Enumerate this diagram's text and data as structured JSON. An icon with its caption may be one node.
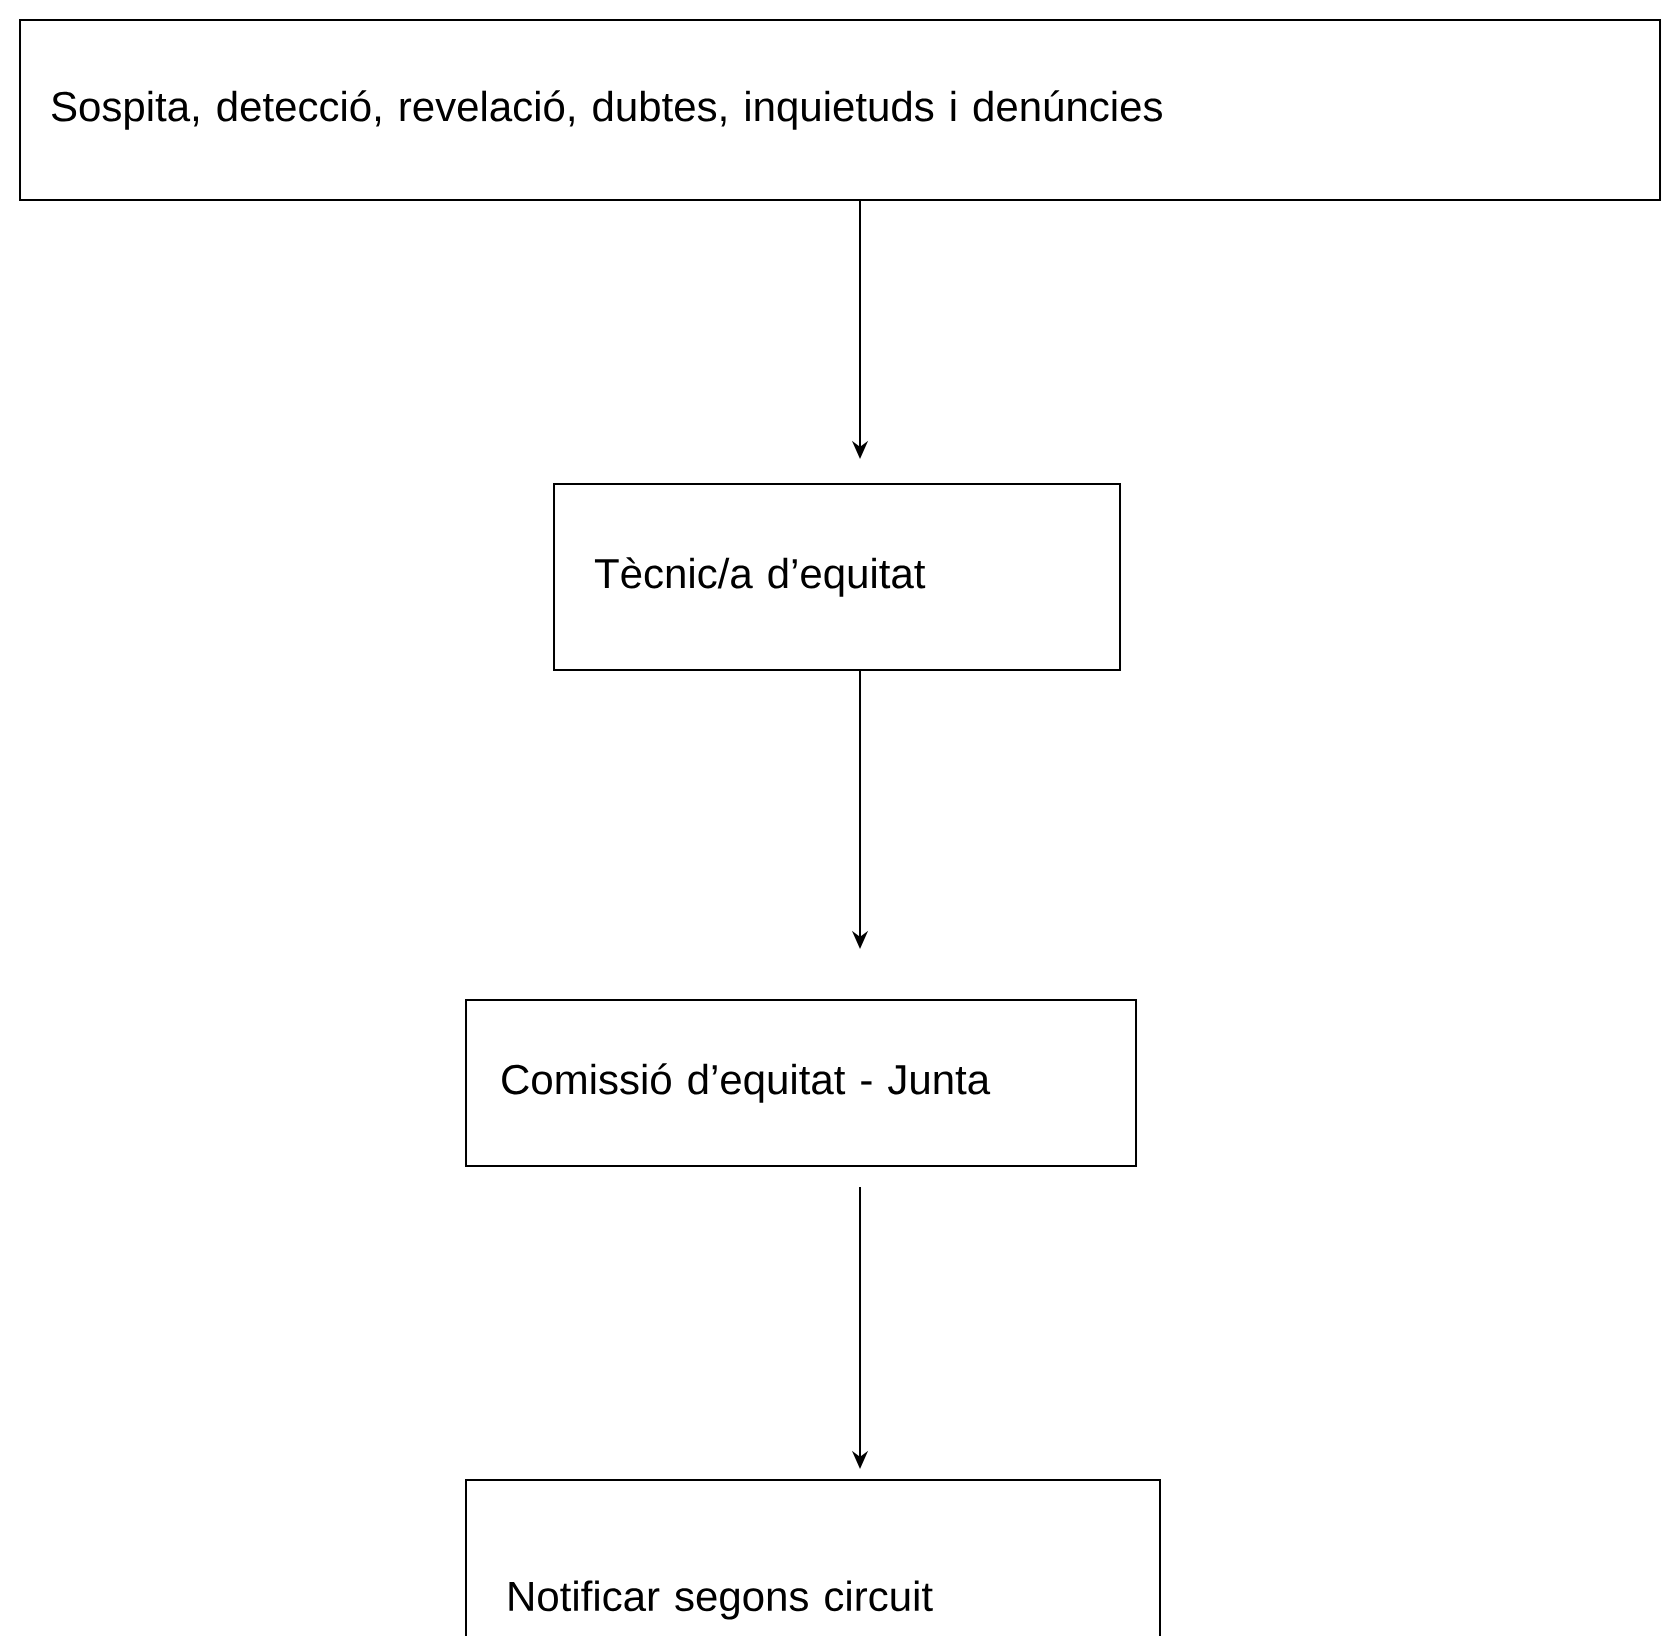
{
  "diagram": {
    "nodes": [
      {
        "text": [
          "Sospita, detecció, revelació, dubtes, inquietuds i denúncies"
        ]
      },
      {
        "text": [
          "Tècnic/a d’equitat"
        ]
      },
      {
        "text": [
          "Comissió d’equitat - Junta"
        ]
      },
      {
        "text": [
          "Notificar segons circuit"
        ]
      }
    ],
    "edges": [
      {
        "from": 0,
        "to": 1,
        "arrow": "to"
      },
      {
        "from": 1,
        "to": 2,
        "arrow": "to"
      },
      {
        "from": 2,
        "to": 3,
        "arrow": "to"
      }
    ]
  }
}
